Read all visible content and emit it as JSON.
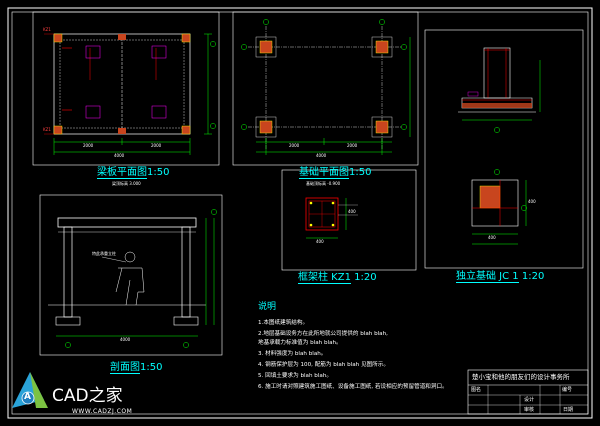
{
  "drawings": {
    "beam_plan": {
      "caption": "梁板平面图",
      "scale": "1:50",
      "elev_note": "梁顶标高 3.000",
      "dim_total": "4000",
      "dim_a": "2000",
      "dim_b": "2000",
      "axis_a": "KZ1",
      "axis_b": "KZ1"
    },
    "foundation_plan": {
      "caption": "基础平面图",
      "scale": "1:50",
      "elev_note": "基础顶标高 -0.900",
      "dim_total": "4000",
      "dim_a": "2000",
      "dim_b": "2000"
    },
    "section": {
      "caption": "剖面图",
      "scale": "1:50",
      "dim_total": "4000",
      "tag": "特此承重立柱"
    },
    "column": {
      "caption": "框架柱 KZ1",
      "scale": "1:20",
      "dim_a": "400",
      "dim_b": "400"
    },
    "footing": {
      "caption": "独立基础 JC 1",
      "scale": "1:20",
      "dim_a": "400",
      "dim_b": "400"
    }
  },
  "notes": {
    "title": "说明",
    "items": [
      "1.本图纸建筑结构。",
      "2.地层基础设务方在此所地就公司提供的 blah blah,",
      "地基承载力标准值为 blah blah。",
      "3. 材料强度为 blah blah。",
      "4. 钢筋保护层为 100, 配筋为 blah blah 见图所示。",
      "5. 回填土要求为 blah blah。",
      "6. 施工时请对照建筑施工图纸、设备施工图纸, 若设相应的预留管道和洞口。"
    ]
  },
  "title_block": {
    "company": "楚小宝和他的朋友们的设计事务所",
    "field_drawing": "图名",
    "field_no": "编号",
    "field_design": "设计",
    "field_check": "审核",
    "field_date": "日期"
  },
  "watermark": {
    "brand": "CAD之家",
    "url": "WWW.CADZJ.COM",
    "logo_letter": "A"
  },
  "colors": {
    "background": "#000000",
    "frame": "#ffffff",
    "caption": "#00ffff",
    "dimension": "#00ff00",
    "column_fill": "#c8451e",
    "rebar": "#ff0000",
    "axis": "#ff0000",
    "highlight": "#ff00ff"
  }
}
